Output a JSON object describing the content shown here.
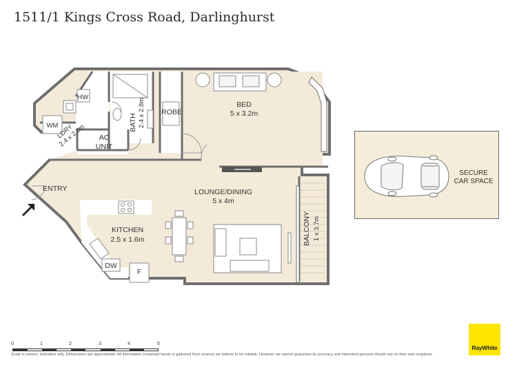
{
  "title": "1511/1 Kings Cross Road, Darlinghurst",
  "rooms": {
    "bed": {
      "name": "BED",
      "size": "5 x 3.2m"
    },
    "robe": {
      "name": "ROBE"
    },
    "bath": {
      "name": "BATH",
      "size": "2.4 x 2.8m"
    },
    "hw": {
      "name": "HW"
    },
    "wm": {
      "name": "WM"
    },
    "ldry": {
      "name": "LDRY",
      "size": "2.4 x 2.8m"
    },
    "ac": {
      "name": "AC",
      "name2": "UNIT"
    },
    "entry": {
      "name": "ENTRY"
    },
    "lounge": {
      "name": "LOUNGE/DINING",
      "size": "5 x 4m"
    },
    "kitchen": {
      "name": "KITCHEN",
      "size": "2.5 x 1.6m"
    },
    "dw": {
      "name": "DW"
    },
    "f": {
      "name": "F"
    },
    "balcony": {
      "name": "BALCONY",
      "size": "1 x 3.7m"
    }
  },
  "car_space": {
    "line1": "SECURE",
    "line2": "CAR SPACE"
  },
  "scale": {
    "ticks": [
      "0",
      "1",
      "2",
      "3",
      "4",
      "5"
    ]
  },
  "disclaimer": "Scale in metres. Indicative only. Dimensions are approximate. All information contained herein is gathered from sources we believe to be reliable. However we cannot guarantee its accuracy and interested persons should rely on their own enquiries.",
  "logo": {
    "text": "RayWhite"
  },
  "colors": {
    "floor": "#f3ead9",
    "wall": "#6f6f6f",
    "logo": "#ffe500"
  }
}
